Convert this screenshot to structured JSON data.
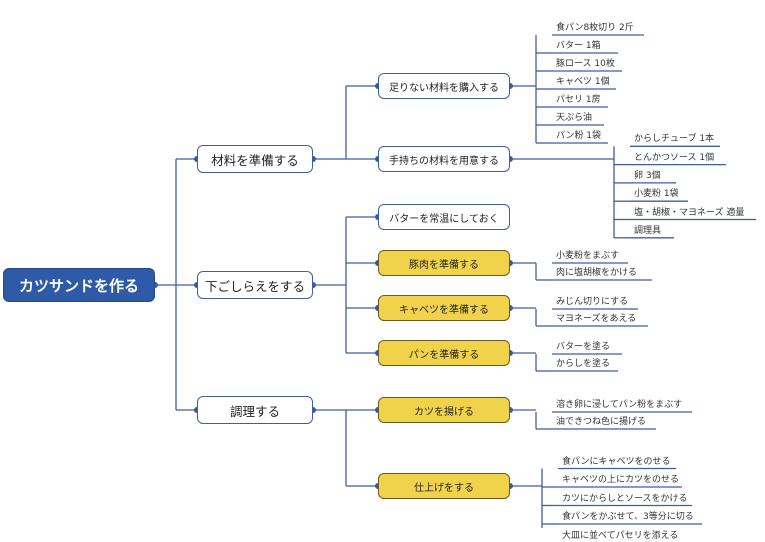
{
  "title": "カツサンドを作る",
  "colors": {
    "root": "#2f5aa8",
    "line": "#3e5f9e",
    "highlight": "#f0d34a"
  },
  "branches": [
    {
      "label": "材料を準備する",
      "children": [
        {
          "label": "足りない材料を購入する",
          "highlight": false,
          "leaves": [
            "食パン8枚切り 2斤",
            "バター 1箱",
            "豚ロース 10枚",
            "キャベツ 1個",
            "パセリ 1房",
            "天ぷら油",
            "パン粉 1袋"
          ]
        },
        {
          "label": "手持ちの材料を用意する",
          "highlight": false,
          "leaves": [
            "からしチューブ 1本",
            "とんかつソース 1個",
            "卵 3個",
            "小麦粉 1袋",
            "塩・胡椒・マヨネーズ 適量",
            "調理具"
          ]
        }
      ]
    },
    {
      "label": "下ごしらえをする",
      "children": [
        {
          "label": "バターを常温にしておく",
          "highlight": false,
          "leaves": []
        },
        {
          "label": "豚肉を準備する",
          "highlight": true,
          "leaves": [
            "小麦粉をまぶす",
            "肉に塩胡椒をかける"
          ]
        },
        {
          "label": "キャベツを準備する",
          "highlight": true,
          "leaves": [
            "みじん切りにする",
            "マヨネーズをあえる"
          ]
        },
        {
          "label": "パンを準備する",
          "highlight": true,
          "leaves": [
            "バターを塗る",
            "からしを塗る"
          ]
        }
      ]
    },
    {
      "label": "調理する",
      "children": [
        {
          "label": "カツを揚げる",
          "highlight": true,
          "leaves": [
            "溶き卵に浸してパン粉をまぶす",
            "油できつね色に揚げる"
          ]
        },
        {
          "label": "仕上げをする",
          "highlight": true,
          "leaves": [
            "食パンにキャベツをのせる",
            "キャベツの上にカツをのせる",
            "カツにからしとソースをかける",
            "食パンをかぶせて、3等分に切る",
            "大皿に並べてパセリを添える"
          ]
        }
      ]
    }
  ]
}
